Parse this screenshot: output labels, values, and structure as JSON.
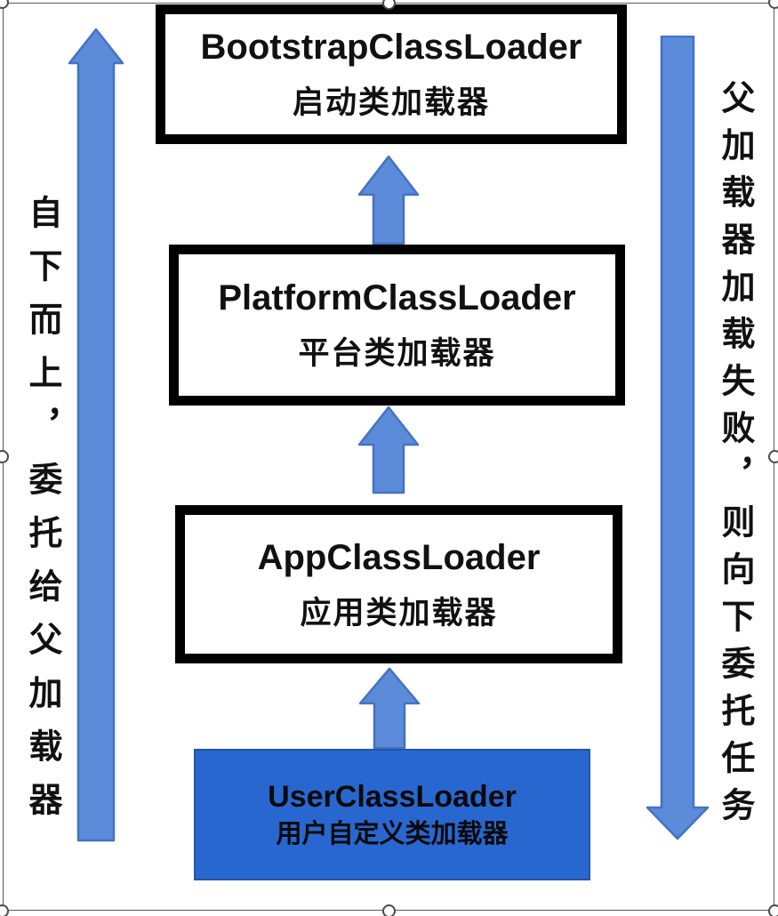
{
  "diagram": {
    "boxes": [
      {
        "title": "BootstrapClassLoader",
        "subtitle": "启动类加载器"
      },
      {
        "title": "PlatformClassLoader",
        "subtitle": "平台类加载器"
      },
      {
        "title": "AppClassLoader",
        "subtitle": "应用类加载器"
      },
      {
        "title": "UserClassLoader",
        "subtitle": "用户自定义类加载器"
      }
    ],
    "left_label": "自下而上，委托给父加载器",
    "right_label": "父加载器加载失败，则向下委托任务",
    "colors": {
      "arrow_fill": "#5B8BD9",
      "arrow_stroke": "#4472C4",
      "user_box_fill": "#2867D0",
      "user_box_border": "#2355A6",
      "box_border": "#000000",
      "frame_border": "#5A5A5A"
    }
  }
}
